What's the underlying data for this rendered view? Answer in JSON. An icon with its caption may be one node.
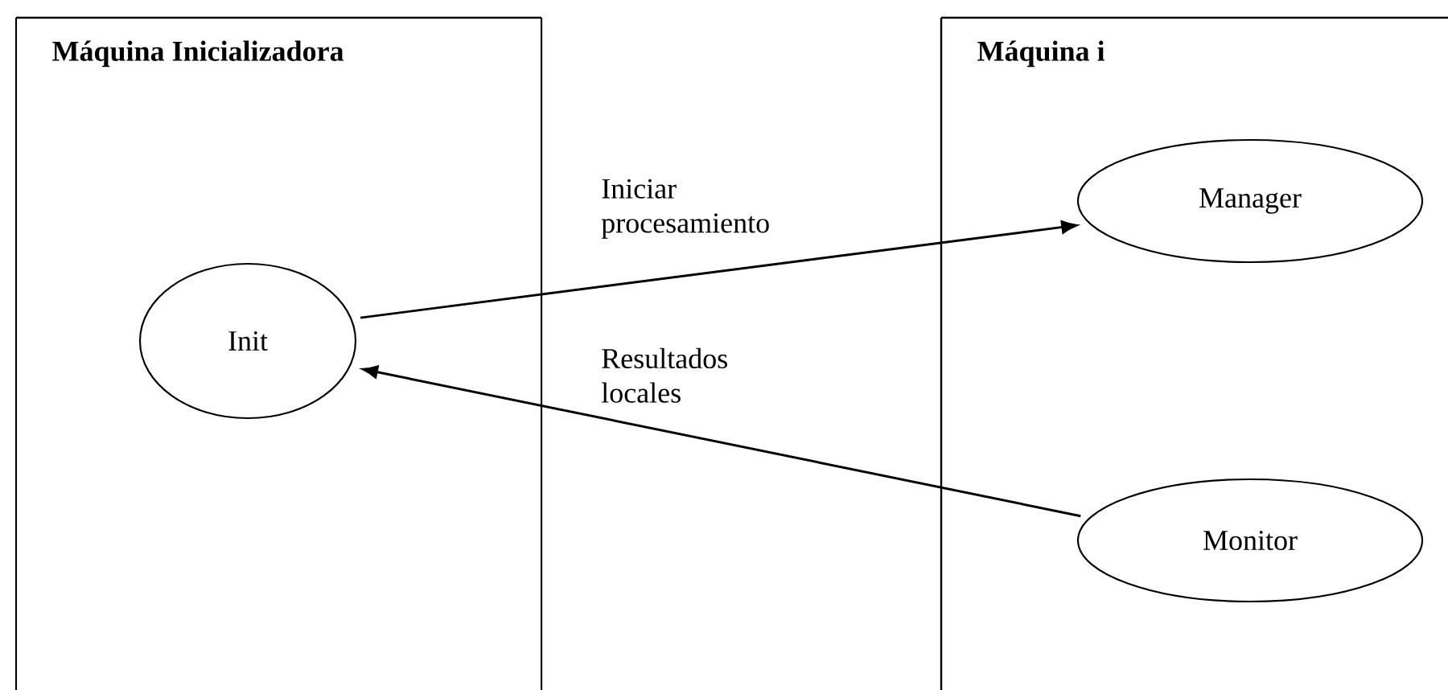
{
  "diagram": {
    "nodes": [
      {
        "text": [
          "Máquina Inicializadora"
        ]
      },
      {
        "text": [
          "Init"
        ],
        "in": 0
      },
      {
        "text": [
          "Máquina i"
        ]
      },
      {
        "text": [
          "Manager"
        ],
        "in": 2
      },
      {
        "text": [
          "Monitor"
        ],
        "in": 2
      }
    ],
    "edges": [
      {
        "from": 1,
        "to": 3,
        "arrow": "to",
        "label": "Iniciar procesamiento"
      },
      {
        "from": 4,
        "to": 1,
        "arrow": "to",
        "label": "Resultados locales"
      }
    ]
  }
}
